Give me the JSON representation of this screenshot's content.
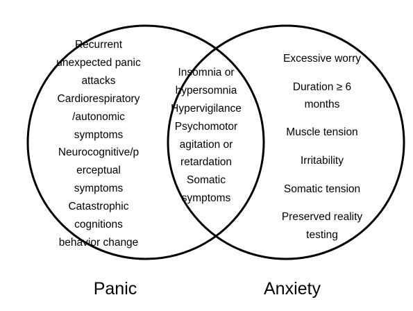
{
  "left_set": {
    "label": "Panic",
    "lines": [
      "Recurrent",
      "unexpected panic",
      "attacks",
      "Cardiorespiratory",
      "/autonomic",
      "symptoms",
      "Neurocognitive/p",
      "erceptual",
      "symptoms",
      "Catastrophic",
      "cognitions",
      "behavior change"
    ]
  },
  "overlap": {
    "lines": [
      "Insomnia or",
      "hypersomnia",
      "Hypervigilance",
      "Psychomotor",
      "agitation or",
      "retardation",
      "Somatic",
      "symptoms"
    ]
  },
  "right_set": {
    "label": "Anxiety",
    "lines": [
      "Excessive worry",
      "Duration ≥ 6",
      "months",
      "Muscle tension",
      "Irritability",
      "Somatic tension",
      "Preserved reality",
      "testing"
    ]
  },
  "colors": {
    "stroke": "#000000",
    "background": "#ffffff"
  }
}
